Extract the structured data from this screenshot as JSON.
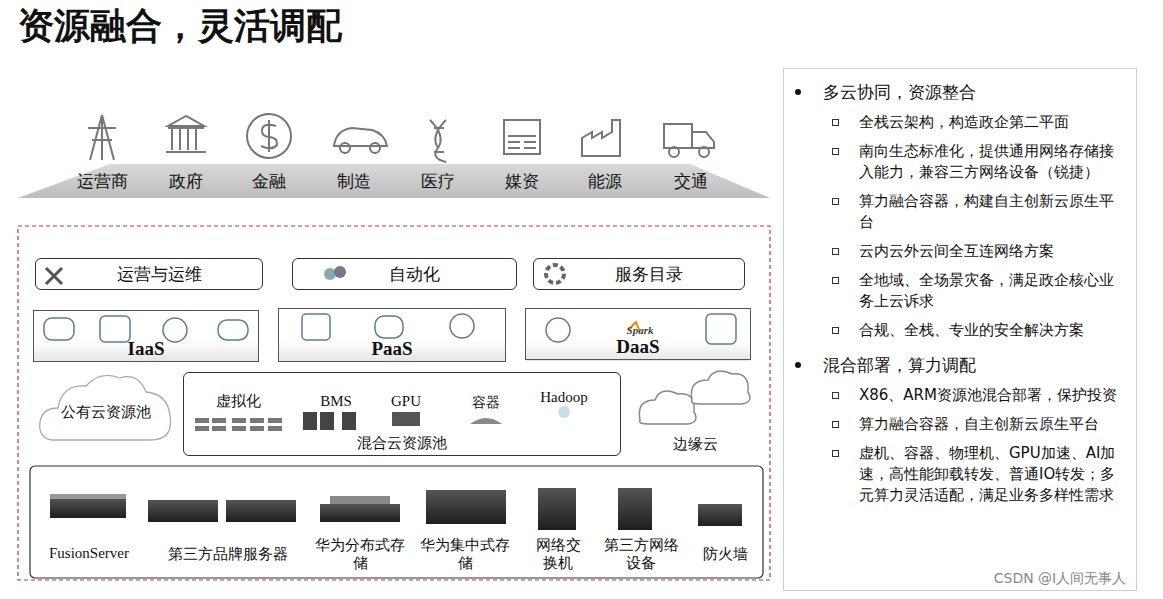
{
  "diagram": {
    "title": "资源融合，灵活调配",
    "nodes": [
      {
        "text": [
          "运营与运维"
        ]
      },
      {
        "text": [
          "自动化"
        ]
      },
      {
        "text": [
          "服务目录"
        ]
      },
      {
        "text": [
          "IaaS"
        ]
      },
      {
        "text": [
          "PaaS"
        ]
      },
      {
        "text": [
          "DaaS"
        ]
      },
      {
        "text": [
          "公有云资源池"
        ]
      },
      {
        "text": [
          "混合云资源池"
        ]
      },
      {
        "text": [
          "边缘云"
        ]
      },
      {
        "text": [
          "多云协同，资源整合",
          "全栈云架构，构造政企第二平面",
          "南向生态标准化，提供通用网络存储接入能力，兼容三方网络设备（锐捷）",
          "算力融合容器，构建自主创新云原生平台",
          "云内云外云间全互连网络方案",
          "全地域、全场景灾备，满足政企核心业务上云诉求",
          "合规、全栈、专业的安全解决方案",
          "混合部署，算力调配",
          "X86、ARM资源池混合部署，保护投资",
          "算力融合容器，自主创新云原生平台",
          "虚机、容器、物理机、GPU加速、AI加速，高性能卸载转发、普通IO转发；多元算力灵活适配，满足业务多样性需求"
        ]
      }
    ],
    "labels": [
      "运营商",
      "政府",
      "金融",
      "制造",
      "医疗",
      "媒资",
      "能源",
      "交通",
      "虚拟化",
      "BMS",
      "GPU",
      "容器",
      "Hadoop",
      "FusionServer",
      "第三方品牌服务器",
      "华为分布式存储",
      "华为集中式存储",
      "网络交换机",
      "第三方网络设备",
      "防火墙",
      "Spark",
      "CSDN @I人间无事人"
    ]
  }
}
